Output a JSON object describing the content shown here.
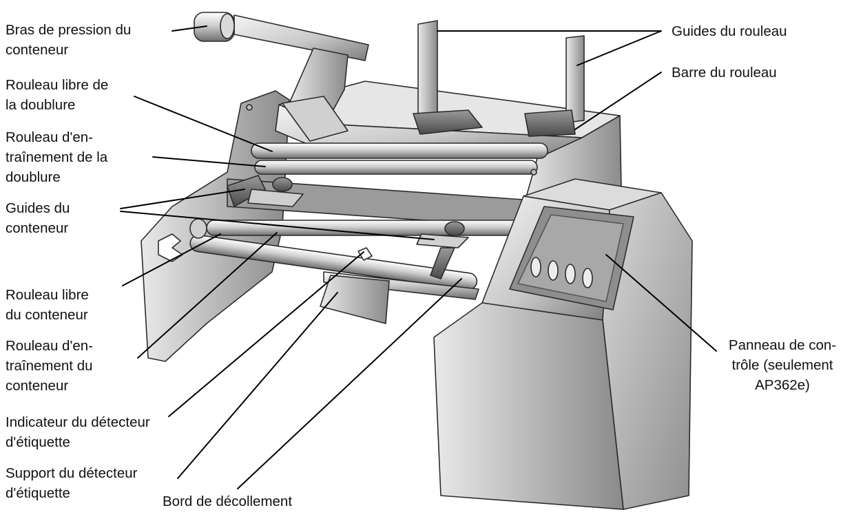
{
  "diagram": {
    "callouts": [
      {
        "id": "bras",
        "lines": [
          "Bras de pression du",
          "conteneur"
        ]
      },
      {
        "id": "rl_doublure",
        "lines": [
          "Rouleau libre de",
          "la doublure"
        ]
      },
      {
        "id": "re_doublure",
        "lines": [
          "Rouleau d'en-",
          "traînement de la",
          "doublure"
        ]
      },
      {
        "id": "guides_conteneur",
        "lines": [
          "Guides du",
          "conteneur"
        ]
      },
      {
        "id": "rl_conteneur",
        "lines": [
          "Rouleau libre",
          "du conteneur"
        ]
      },
      {
        "id": "re_conteneur",
        "lines": [
          "Rouleau d'en-",
          "traînement du",
          "conteneur"
        ]
      },
      {
        "id": "indicateur",
        "lines": [
          "Indicateur du détecteur",
          "d'étiquette"
        ]
      },
      {
        "id": "support",
        "lines": [
          "Support du détecteur",
          "d'étiquette"
        ]
      },
      {
        "id": "bord",
        "lines": [
          "Bord de décollement"
        ]
      },
      {
        "id": "guides_rouleau",
        "lines": [
          "Guides du rouleau"
        ]
      },
      {
        "id": "barre",
        "lines": [
          "Barre du rouleau"
        ]
      },
      {
        "id": "panneau",
        "lines": [
          "Panneau de con-",
          "trôle (seulement",
          "AP362e)"
        ]
      }
    ],
    "colors": {
      "line": "#000000",
      "metal_light": "#efefef",
      "metal_mid": "#bdbdbd",
      "metal_dark": "#7a7a7a",
      "outline": "#2b2b2b"
    }
  }
}
